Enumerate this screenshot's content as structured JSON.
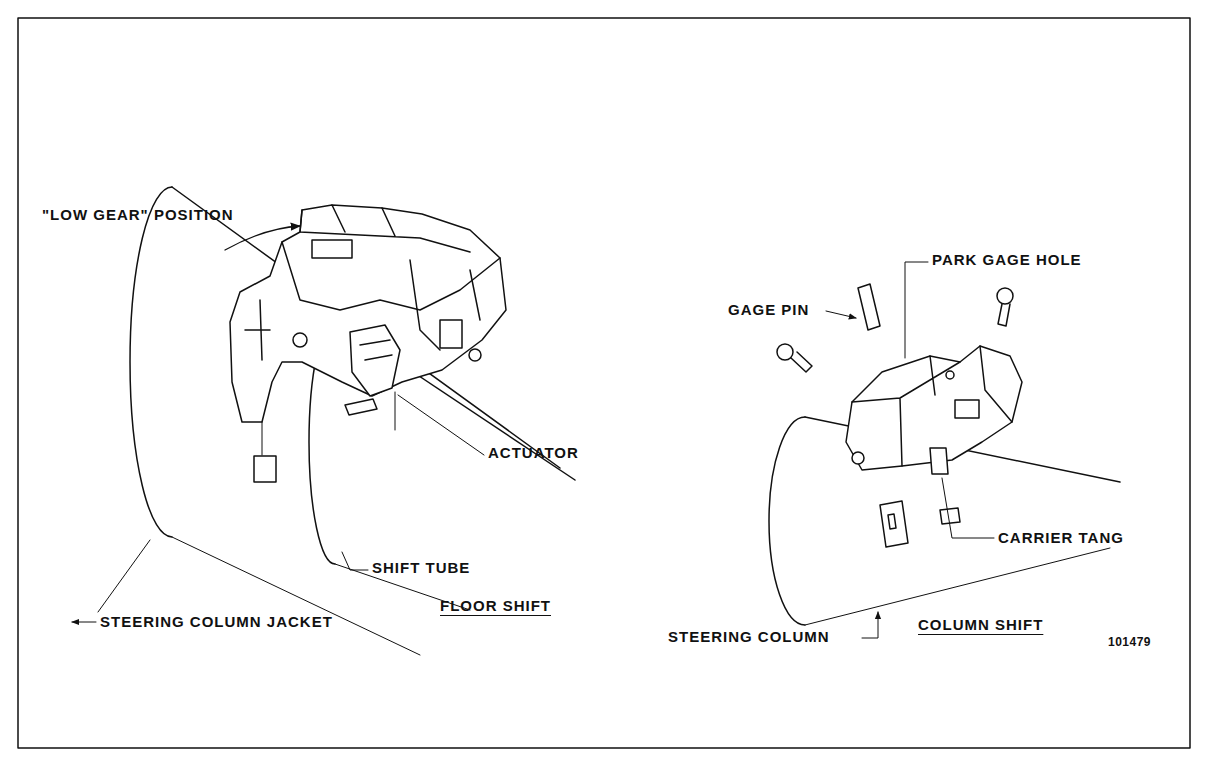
{
  "diagram": {
    "labels": [
      "\"LOW GEAR\" POSITION",
      "ACTUATOR",
      "SHIFT TUBE",
      "STEERING COLUMN JACKET",
      "FLOOR SHIFT",
      "PARK GAGE HOLE",
      "GAGE PIN",
      "CARRIER TANG",
      "STEERING COLUMN",
      "COLUMN SHIFT",
      "101479"
    ]
  }
}
